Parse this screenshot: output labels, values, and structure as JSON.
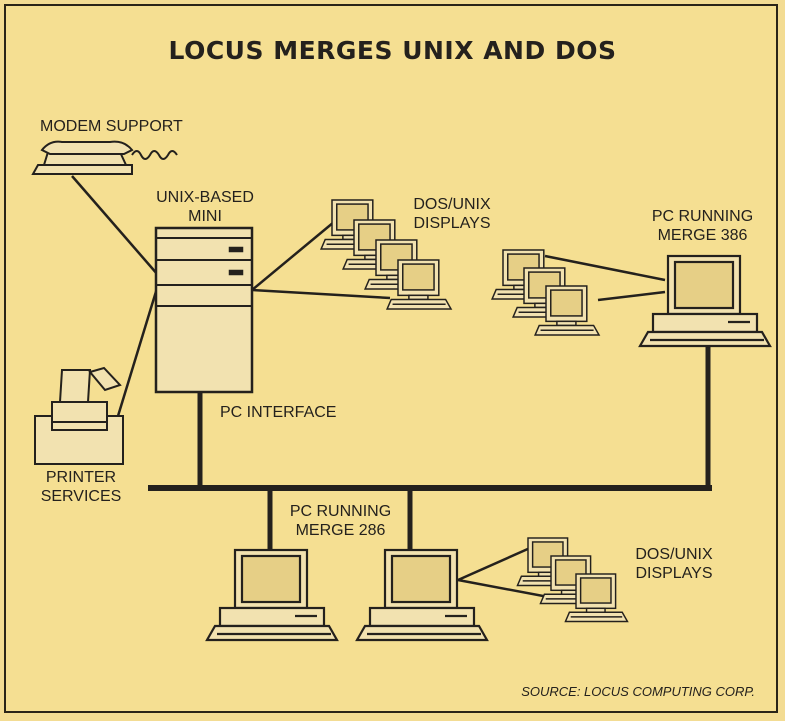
{
  "title": "LOCUS MERGES UNIX AND DOS",
  "labels": {
    "modem": "MODEM SUPPORT",
    "mini": [
      "UNIX-BASED",
      "MINI"
    ],
    "dos_displays_top": [
      "DOS/UNIX",
      "DISPLAYS"
    ],
    "pc_386": [
      "PC RUNNING",
      "MERGE 386"
    ],
    "pc_interface": "PC INTERFACE",
    "printer": [
      "PRINTER",
      "SERVICES"
    ],
    "pc_286": [
      "PC RUNNING",
      "MERGE 286"
    ],
    "dos_displays_bottom": [
      "DOS/UNIX",
      "DISPLAYS"
    ]
  },
  "source": "SOURCE: LOCUS COMPUTING CORP.",
  "colors": {
    "background": "#f5df92",
    "ink": "#24211d",
    "screen": "#e6cf86",
    "device": "#f2e2b0"
  }
}
